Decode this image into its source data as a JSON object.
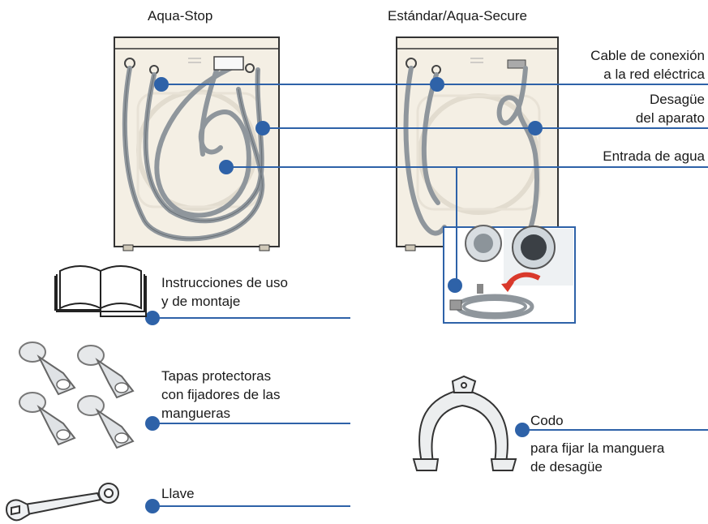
{
  "headers": {
    "aqua_stop": "Aqua-Stop",
    "standard": "Estándar/Aqua-Secure"
  },
  "callouts": {
    "power_cable": [
      "Cable de conexión",
      "a la red eléctrica"
    ],
    "drain": [
      "Desagüe",
      "del aparato"
    ],
    "water_inlet": "Entrada de agua"
  },
  "accessories": {
    "manual": [
      "Instrucciones de uso",
      "y de montaje"
    ],
    "caps": [
      "Tapas protectoras",
      "con fijadores de las",
      "mangueras"
    ],
    "wrench": "Llave",
    "elbow": [
      "Codo",
      "para fijar la manguera",
      "de desagüe"
    ]
  },
  "colors": {
    "line": "#2e62a8",
    "dot": "#2e62a8",
    "machine_fill": "#f4efe4",
    "machine_stroke": "#333333",
    "hose": "#8f969c",
    "arrow": "#d9392b"
  },
  "icons": [
    "book-icon",
    "cap-clip-icon",
    "wrench-icon",
    "elbow-bracket-icon",
    "washing-machine-icon"
  ]
}
